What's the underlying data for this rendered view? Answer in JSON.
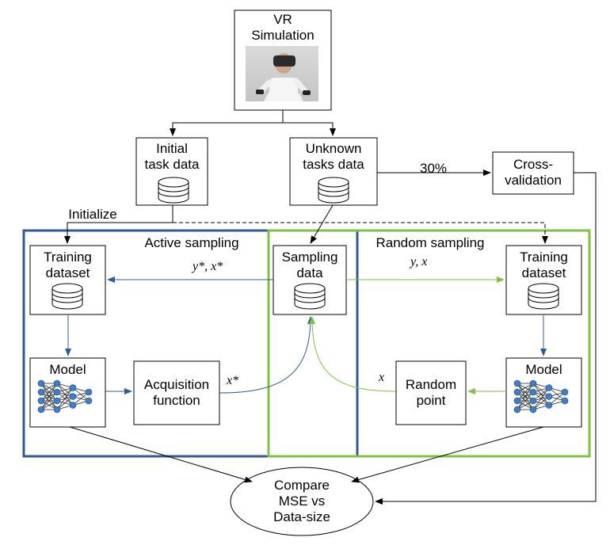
{
  "nodes": {
    "vr": {
      "line1": "VR",
      "line2": "Simulation"
    },
    "initial": {
      "line1": "Initial",
      "line2": "task data"
    },
    "unknown": {
      "line1": "Unknown",
      "line2": "tasks data"
    },
    "crossval": {
      "line1": "Cross-",
      "line2": "validation"
    },
    "training_left": {
      "line1": "Training",
      "line2": "dataset"
    },
    "sampling": {
      "line1": "Sampling",
      "line2": "data"
    },
    "training_right": {
      "line1": "Training",
      "line2": "dataset"
    },
    "model_left": "Model",
    "acquisition": {
      "line1": "Acquisition",
      "line2": "function"
    },
    "random_point": {
      "line1": "Random",
      "line2": "point"
    },
    "model_right": "Model",
    "compare": {
      "line1": "Compare",
      "line2": "MSE vs",
      "line3": "Data-size"
    }
  },
  "groups": {
    "active": "Active sampling",
    "random": "Random sampling"
  },
  "edge_labels": {
    "initialize": "Initialize",
    "split": "30%"
  },
  "math_labels": {
    "active_feedback": "y*, x*",
    "random_feedback": "y, x",
    "acq_output": "x*",
    "random_output": "x"
  },
  "colors": {
    "active": "#2e5c94",
    "random": "#7fc241",
    "line": "#000000"
  }
}
